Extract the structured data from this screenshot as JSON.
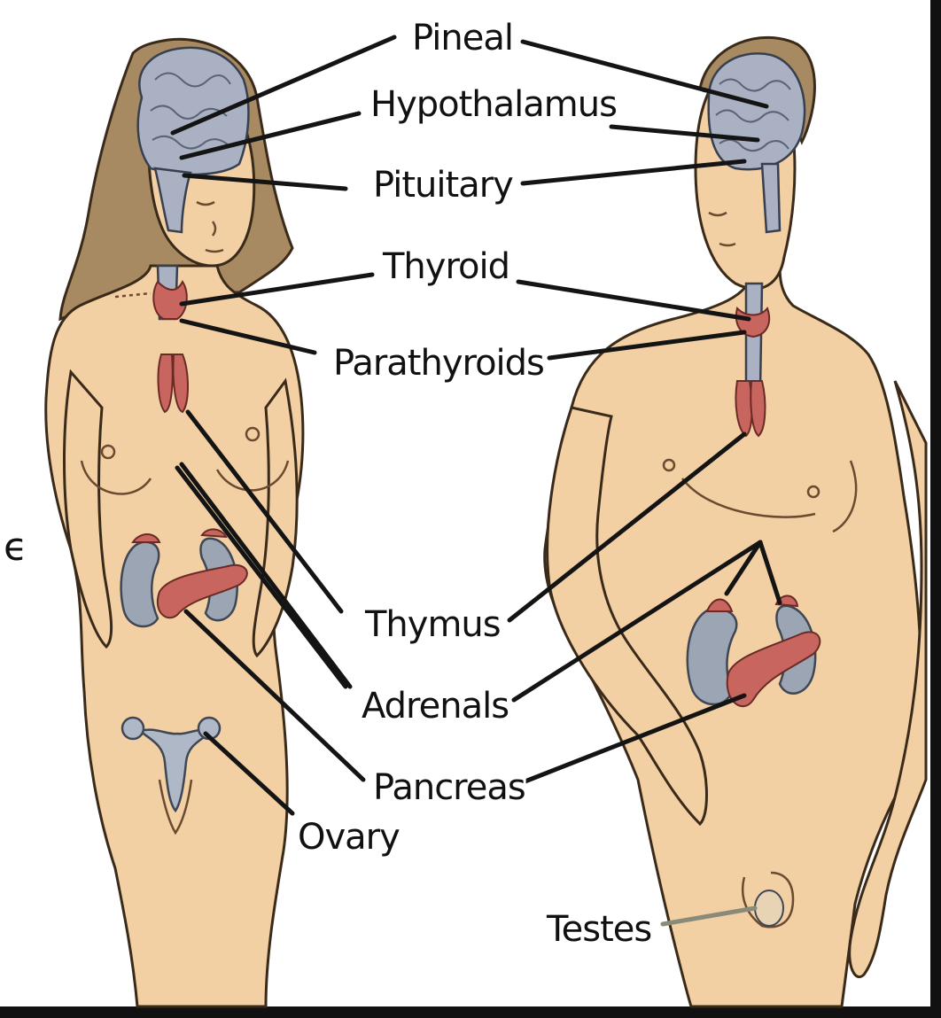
{
  "figure": {
    "side_mark": "ϵ",
    "labels": {
      "pineal": "Pineal",
      "hypothalamus": "Hypothalamus",
      "pituitary": "Pituitary",
      "thyroid": "Thyroid",
      "parathyroids": "Parathyroids",
      "thymus": "Thymus",
      "adrenals": "Adrenals",
      "pancreas": "Pancreas",
      "ovary": "Ovary",
      "testes": "Testes"
    }
  },
  "colors": {
    "skin": "#f2d0a4",
    "hair": "#a88a62",
    "brain": "#a9b1c2",
    "kidney": "#9ba5b3",
    "gland": "#c8655e",
    "leader_line": "#141414",
    "label_text": "#111111"
  },
  "icons": [
    "female-figure",
    "male-figure",
    "brain",
    "kidney",
    "pancreas",
    "thyroid",
    "thymus",
    "uterus"
  ]
}
